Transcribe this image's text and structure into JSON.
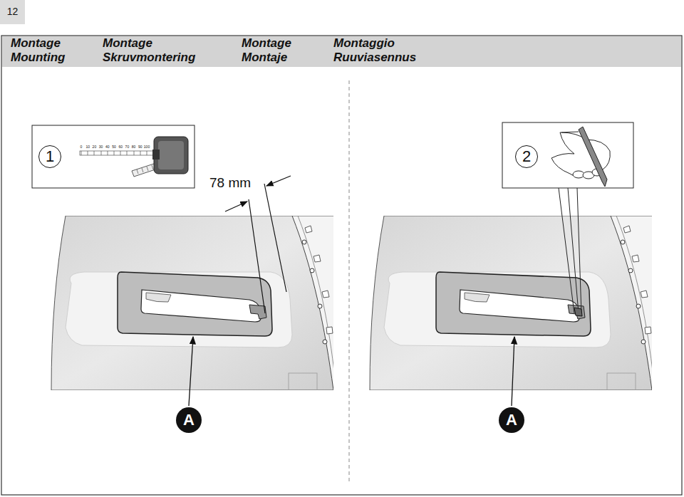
{
  "diagram": {
    "nodes": [
      {
        "text": [
          "12"
        ]
      },
      {
        "text": [
          "Montage",
          "Montage",
          "Montage",
          "Montaggio",
          "Mounting",
          "Skruvmontering",
          "Montaje",
          "Ruuviasennus"
        ]
      },
      {
        "text": [
          "1"
        ]
      },
      {
        "text": [
          "2"
        ]
      },
      {
        "text": [
          "A"
        ]
      },
      {
        "text": [
          "A"
        ]
      }
    ],
    "labels": [
      "0",
      "10",
      "20",
      "30",
      "40",
      "50",
      "60",
      "70",
      "80",
      "90",
      "100",
      "78 mm"
    ]
  }
}
